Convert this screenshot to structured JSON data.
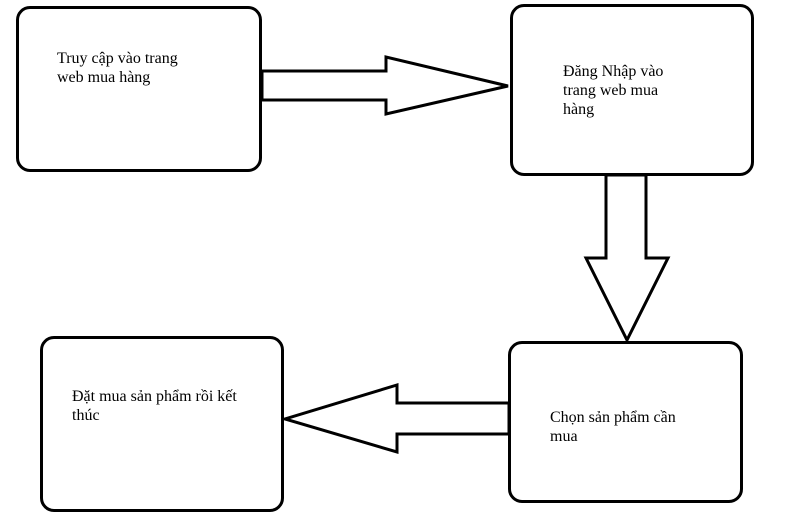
{
  "diagram": {
    "type": "flowchart",
    "nodes": [
      {
        "id": "access",
        "label": "Truy cập vào trang\nweb mua hàng"
      },
      {
        "id": "login",
        "label": "Đăng Nhập vào\ntrang web mua\nhàng"
      },
      {
        "id": "choose",
        "label": "Chọn sản phẩm cần\nmua"
      },
      {
        "id": "order",
        "label": "Đặt mua sản phẩm rồi kết\nthúc"
      }
    ],
    "edges": [
      {
        "from": "access",
        "to": "login",
        "direction": "right"
      },
      {
        "from": "login",
        "to": "choose",
        "direction": "down"
      },
      {
        "from": "choose",
        "to": "order",
        "direction": "left"
      }
    ],
    "colors": {
      "stroke": "#000000",
      "fill": "#ffffff",
      "text": "#000000"
    }
  }
}
